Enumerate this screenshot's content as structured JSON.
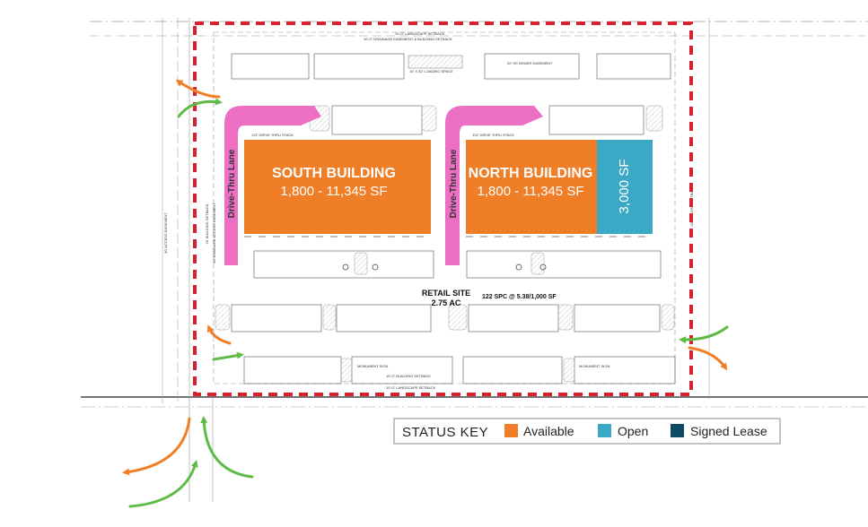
{
  "colors": {
    "available": "#F07E26",
    "open": "#3BA9C6",
    "signed_lease": "#0E4A63",
    "drive_thru": "#EC6FC4",
    "property_line": "#D8202F",
    "arrow_green": "#5DBB46",
    "arrow_orange": "#F07E26"
  },
  "south_building": {
    "title": "SOUTH BUILDING",
    "size_range": "1,800 - 11,345 SF"
  },
  "north_building": {
    "title": "NORTH BUILDING",
    "size_range": "1,800 - 11,345 SF"
  },
  "open_suite": {
    "size": "3,000 SF"
  },
  "drive_thru_label": "Drive-Thru Lane",
  "drive_thru_stack": "132' DRIVE THRU STACK",
  "site": {
    "name": "RETAIL SITE",
    "acreage": "2.75 AC",
    "parking": "122 SPC @ 5.38/1,000 SF"
  },
  "annotations": {
    "top_setback_1": "10'-0\" LANDSCAPE SETBACK",
    "top_setback_2": "10'-0\" DRAINAGE EASEMENT & BUILDING SETBACK",
    "loading": "10' X 30' LOADING SPACE",
    "sewer": "20' SS SEWER EASEMENT",
    "bottom_setback_1": "10'-0\" BUILDING SETBACK",
    "bottom_setback_2": "10'-0\" LANDSCAPE SETBACK",
    "monument_sign": "MONUMENT SIGN",
    "access_easement": "30' ACCESS EASEMENT",
    "left_setback": "20' BUILDING SETBACK",
    "left_easement": "30' DRAINAGE ACCESS EASEMENT",
    "right_setback": "20' BUILDING SETBACK"
  },
  "status_key": {
    "title": "STATUS KEY",
    "items": [
      {
        "label": "Available",
        "color": "#F07E26"
      },
      {
        "label": "Open",
        "color": "#3BA9C6"
      },
      {
        "label": "Signed Lease",
        "color": "#0E4A63"
      }
    ]
  }
}
